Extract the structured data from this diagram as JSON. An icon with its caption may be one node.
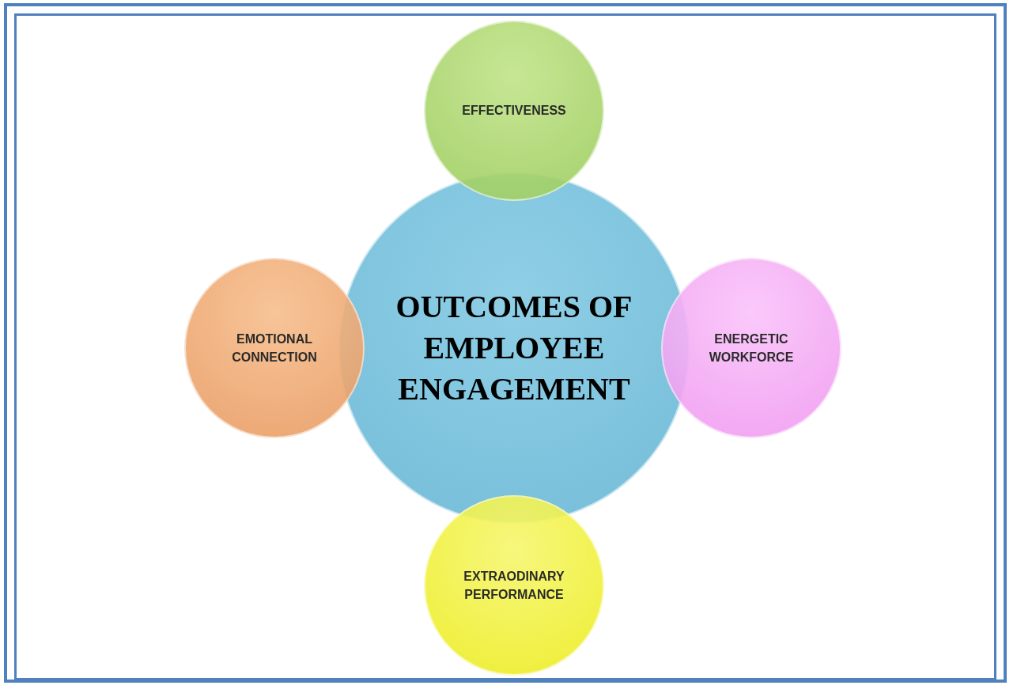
{
  "diagram": {
    "nodes": [
      {
        "text": [
          "OUTCOMES OF EMPLOYEE ENGAGEMENT"
        ]
      },
      {
        "text": [
          "EFFECTIVENESS"
        ]
      },
      {
        "text": [
          "EMOTIONAL CONNECTION"
        ]
      },
      {
        "text": [
          "ENERGETIC WORKFORCE"
        ]
      },
      {
        "text": [
          "EXTRAODINARY PERFORMANCE"
        ]
      }
    ]
  }
}
